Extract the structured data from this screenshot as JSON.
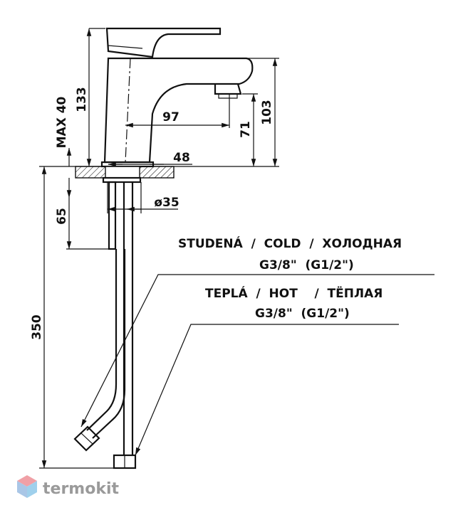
{
  "dimensions": {
    "d133": "133",
    "max40": "MAX 40",
    "d97": "97",
    "d71": "71",
    "d103": "103",
    "d48": "48",
    "d35": "ø35",
    "d65": "65",
    "d350": "350"
  },
  "connections": {
    "cold_label": "STUDENÁ  /  COLD  /  ХОЛОДНАЯ",
    "cold_thread": "G3/8\"  (G1/2\")",
    "hot_label": "TEPLÁ  /  HOT    /  ТЁПЛАЯ",
    "hot_thread": "G3/8\"  (G1/2\")"
  },
  "brand": {
    "name": "termokit",
    "colors": {
      "top": "#f0a0a6",
      "left": "#a9c6e6",
      "right": "#9fd0ec"
    }
  }
}
